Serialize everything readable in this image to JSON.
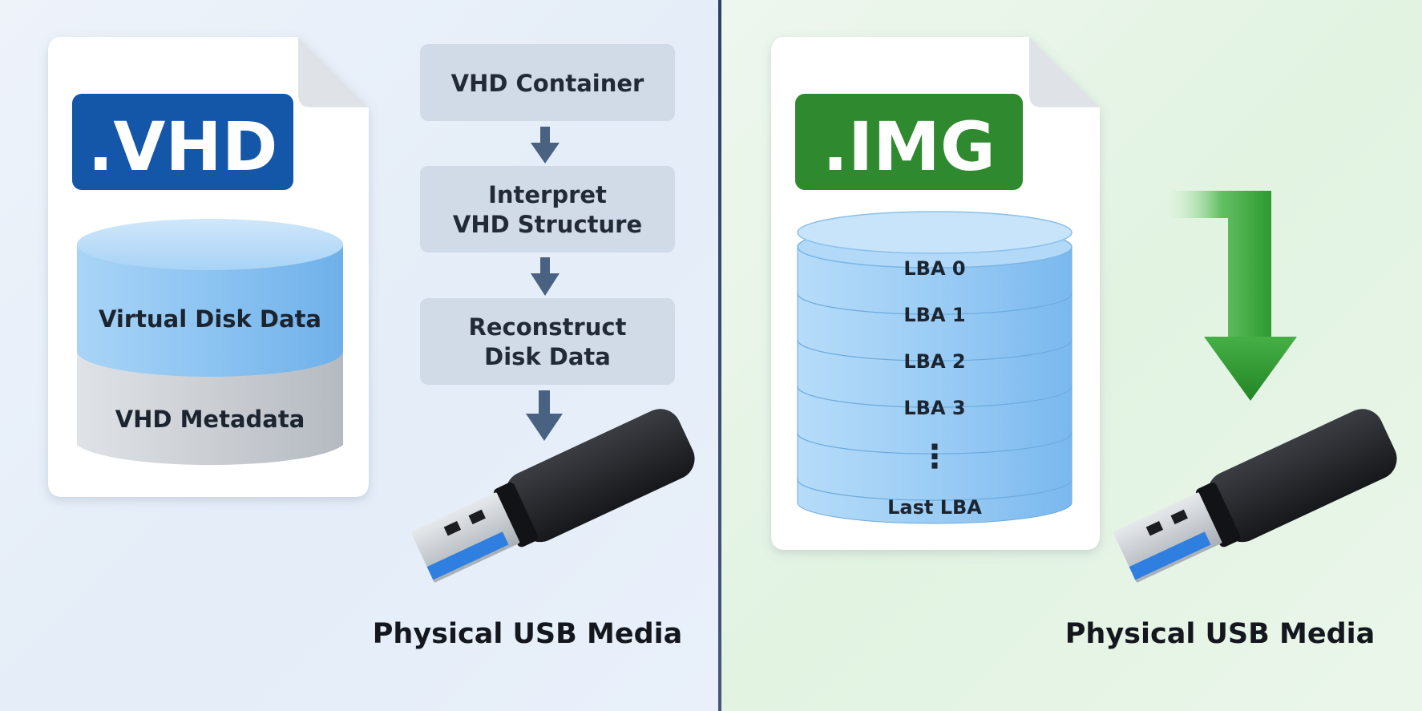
{
  "colors": {
    "vhd_badge": "#1456a8",
    "img_badge": "#2f8a2f",
    "left_panel_bg": "#e7eff9",
    "right_panel_bg": "#e5f4e5",
    "flow_step_bg": "#d0dbe7",
    "flow_arrow": "#4a6282",
    "cylinder_blue": "#8fc4f2",
    "cylinder_gray": "#c8ccd2",
    "green_arrow": "#2e9a30",
    "divider": "#34466e"
  },
  "vhd": {
    "badge": ".VHD",
    "layers": {
      "data": "Virtual Disk Data",
      "metadata": "VHD Metadata"
    }
  },
  "flow": {
    "steps": [
      {
        "lines": [
          "VHD Container"
        ]
      },
      {
        "lines": [
          "Interpret",
          "VHD Structure"
        ]
      },
      {
        "lines": [
          "Reconstruct",
          "Disk Data"
        ]
      }
    ]
  },
  "img": {
    "badge": ".IMG",
    "lbas": [
      "LBA 0",
      "LBA 1",
      "LBA 2",
      "LBA 3",
      "⋮",
      "Last LBA"
    ]
  },
  "usb": {
    "left_label": "Physical USB Media",
    "right_label": "Physical USB Media"
  },
  "icons": {
    "file": "document-icon",
    "disk": "database-cylinder-icon",
    "usb": "usb-drive-icon",
    "arrow": "arrow-down-icon"
  }
}
